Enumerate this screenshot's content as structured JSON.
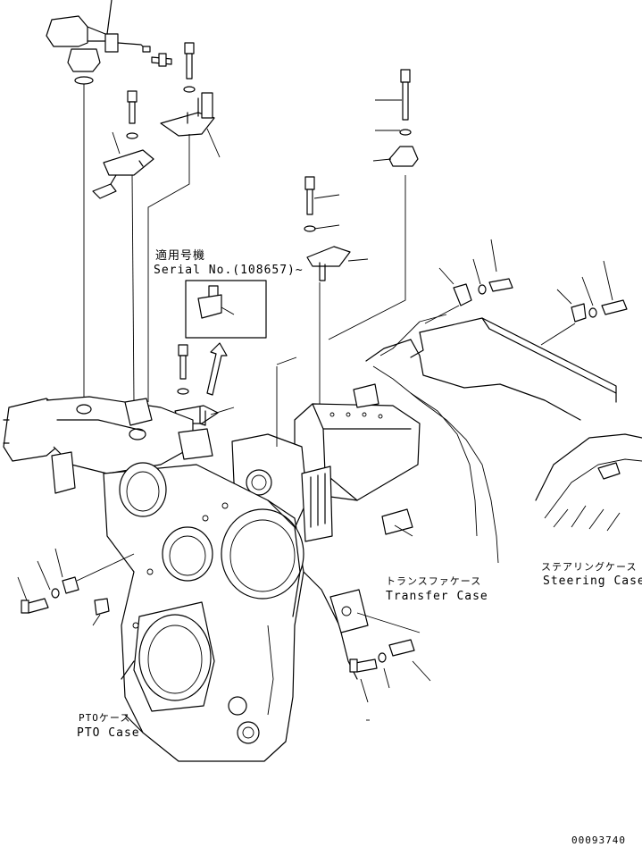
{
  "labels": {
    "applicable_machine_jp": "適用号機",
    "serial_no": "Serial No.(108657)~",
    "transfer_case_jp": "トランスファケース",
    "transfer_case_en": "Transfer Case",
    "steering_case_jp": "ステアリングケース",
    "steering_case_en": "Steering Case",
    "pto_case_jp": "PTOケース",
    "pto_case_en": "PTO Case",
    "drawing_number": "00093740"
  }
}
